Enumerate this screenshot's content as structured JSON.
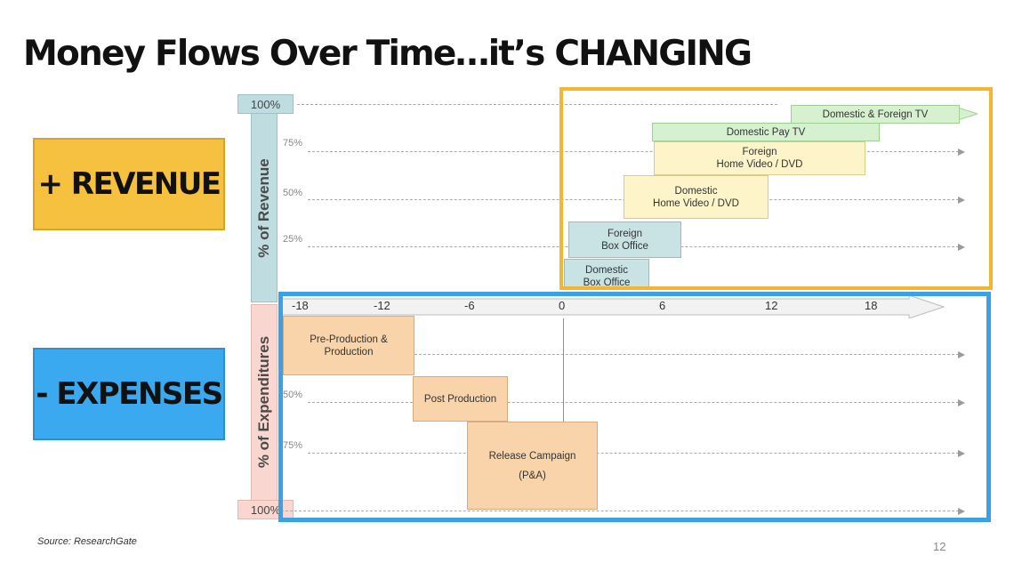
{
  "slide": {
    "title": "Money Flows Over Time…it’s CHANGING",
    "revenue_tag": "+ REVENUE",
    "expenses_tag": "- EXPENSES",
    "source": "Source: ResearchGate",
    "page_number": "12"
  },
  "axes": {
    "revenue_label": "% of Revenue",
    "expenditures_label": "% of Expenditures",
    "top_cap": "100%",
    "bottom_cap": "100%",
    "revenue_ticks": [
      "75%",
      "50%",
      "25%"
    ],
    "expense_ticks": [
      "50%",
      "75%"
    ],
    "timeline": [
      "-18",
      "-12",
      "-6",
      "0",
      "6",
      "12",
      "18"
    ]
  },
  "revenue_boxes": [
    {
      "line1": "Domestic & Foreign TV",
      "line2": ""
    },
    {
      "line1": "Domestic Pay TV",
      "line2": ""
    },
    {
      "line1": "Foreign",
      "line2": "Home Video /  DVD"
    },
    {
      "line1": "Domestic",
      "line2": "Home Video /  DVD"
    },
    {
      "line1": "Foreign",
      "line2": "Box Office"
    },
    {
      "line1": "Domestic",
      "line2": "Box Office"
    }
  ],
  "expense_boxes": [
    {
      "line1": "Pre-Production &",
      "line2": "Production"
    },
    {
      "line1": "Post Production",
      "line2": ""
    },
    {
      "line1": "Release Campaign",
      "line2": "(P&A)"
    }
  ],
  "colors": {
    "revenue_frame": "#f2b632",
    "expense_frame": "#3aa0e8",
    "revenue_tag": "#f6c13f",
    "expenses_tag": "#3aa9f0"
  }
}
